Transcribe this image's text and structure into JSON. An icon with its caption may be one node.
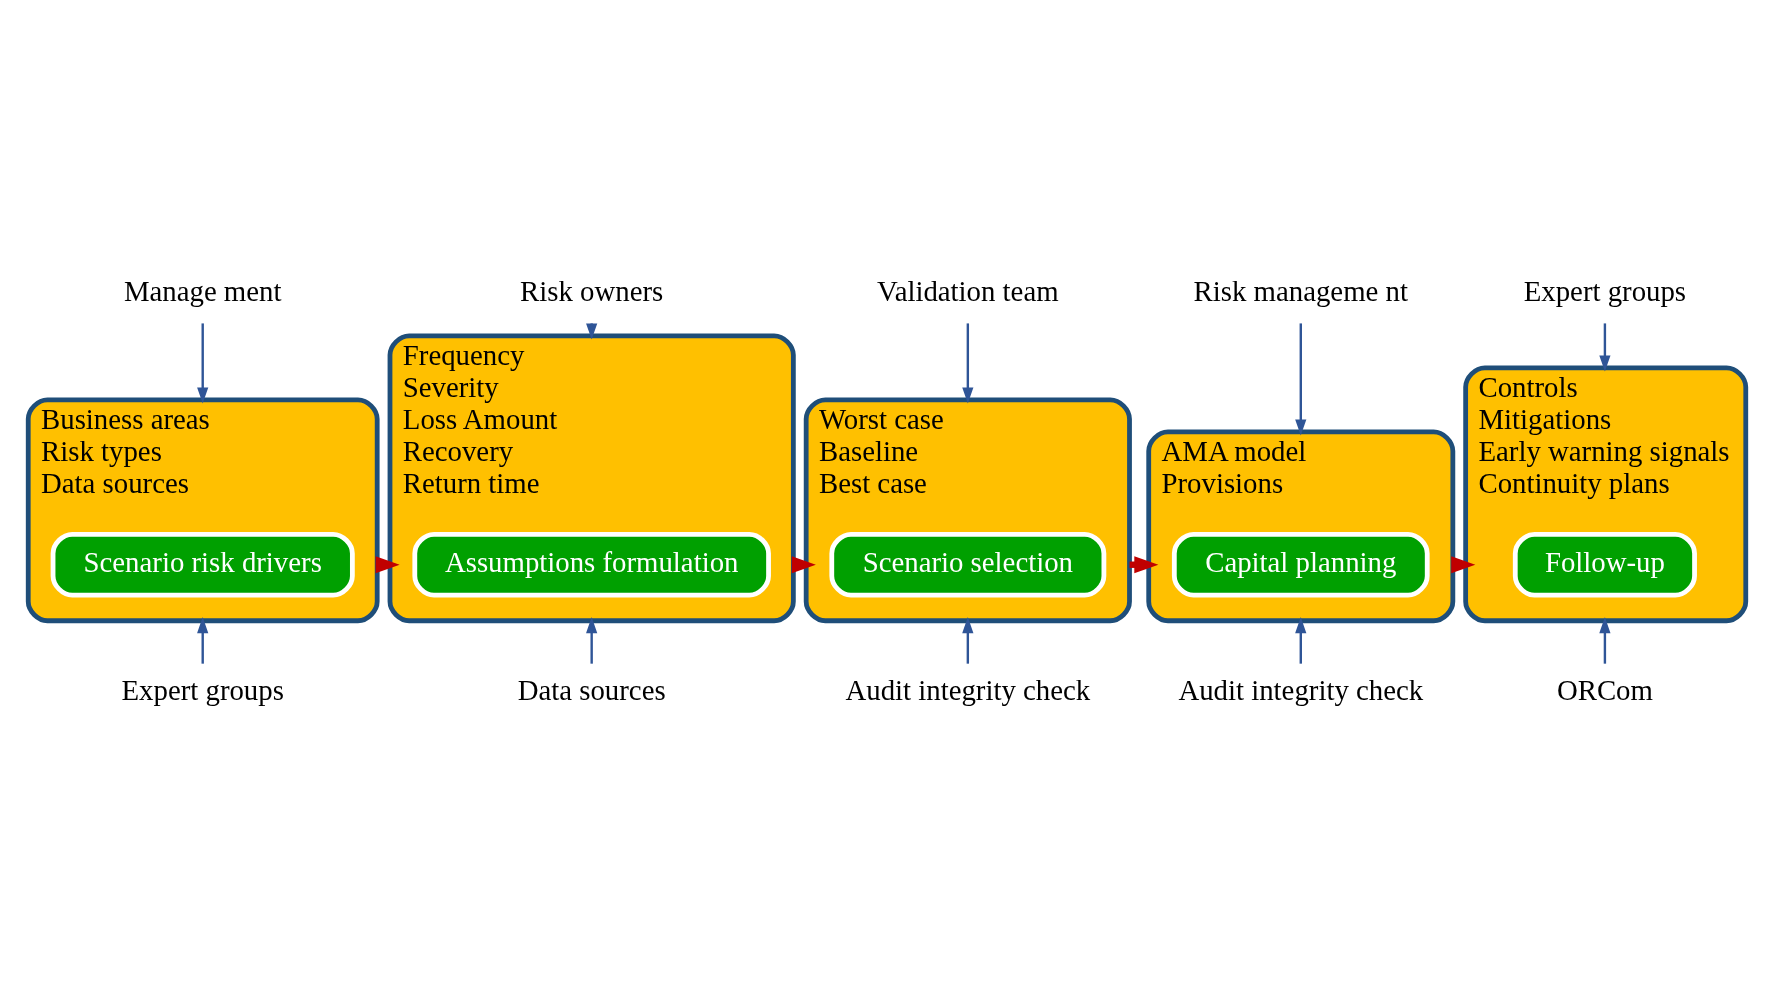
{
  "diagram": {
    "nodes": [
      {
        "text": [
          "Manage ment"
        ]
      },
      {
        "text": [
          "Risk owners"
        ]
      },
      {
        "text": [
          "Validation team"
        ]
      },
      {
        "text": [
          "Risk manageme nt"
        ]
      },
      {
        "text": [
          "Expert groups"
        ]
      },
      {
        "text": [
          "Business areas",
          "Risk types",
          "Data sources"
        ]
      },
      {
        "text": [
          "Scenario risk drivers"
        ],
        "in": 5
      },
      {
        "text": [
          "Frequency",
          "Severity",
          "Loss Amount",
          "Recovery",
          "Return time"
        ]
      },
      {
        "text": [
          "Assumptions formulation"
        ],
        "in": 7
      },
      {
        "text": [
          "Worst case",
          "Baseline",
          "Best case"
        ]
      },
      {
        "text": [
          "Scenario selection"
        ],
        "in": 9
      },
      {
        "text": [
          "AMA model",
          "Provisions"
        ]
      },
      {
        "text": [
          "Capital planning"
        ],
        "in": 11
      },
      {
        "text": [
          "Controls",
          "Mitigations",
          "Early warning signals",
          "Continuity plans"
        ]
      },
      {
        "text": [
          "Follow-up"
        ],
        "in": 13
      },
      {
        "text": [
          "Expert groups"
        ]
      },
      {
        "text": [
          "Data sources"
        ]
      },
      {
        "text": [
          "Audit integrity check"
        ]
      },
      {
        "text": [
          "Audit integrity check"
        ]
      },
      {
        "text": [
          "ORCom"
        ]
      }
    ],
    "edges": [
      {
        "from": 0,
        "to": 5,
        "arrow": "to"
      },
      {
        "from": 1,
        "to": 7,
        "arrow": "to"
      },
      {
        "from": 2,
        "to": 9,
        "arrow": "to"
      },
      {
        "from": 3,
        "to": 11,
        "arrow": "to"
      },
      {
        "from": 4,
        "to": 13,
        "arrow": "to"
      },
      {
        "from": 5,
        "to": 7,
        "arrow": "to",
        "style": "thick",
        "color": "#c00000"
      },
      {
        "from": 7,
        "to": 9,
        "arrow": "to",
        "style": "thick",
        "color": "#c00000"
      },
      {
        "from": 9,
        "to": 11,
        "arrow": "to",
        "style": "thick",
        "color": "#c00000"
      },
      {
        "from": 11,
        "to": 13,
        "arrow": "to",
        "style": "thick",
        "color": "#c00000"
      },
      {
        "from": 15,
        "to": 5,
        "arrow": "to"
      },
      {
        "from": 16,
        "to": 7,
        "arrow": "to"
      },
      {
        "from": 17,
        "to": 9,
        "arrow": "to"
      },
      {
        "from": 18,
        "to": 11,
        "arrow": "to"
      },
      {
        "from": 19,
        "to": 13,
        "arrow": "to"
      }
    ]
  }
}
